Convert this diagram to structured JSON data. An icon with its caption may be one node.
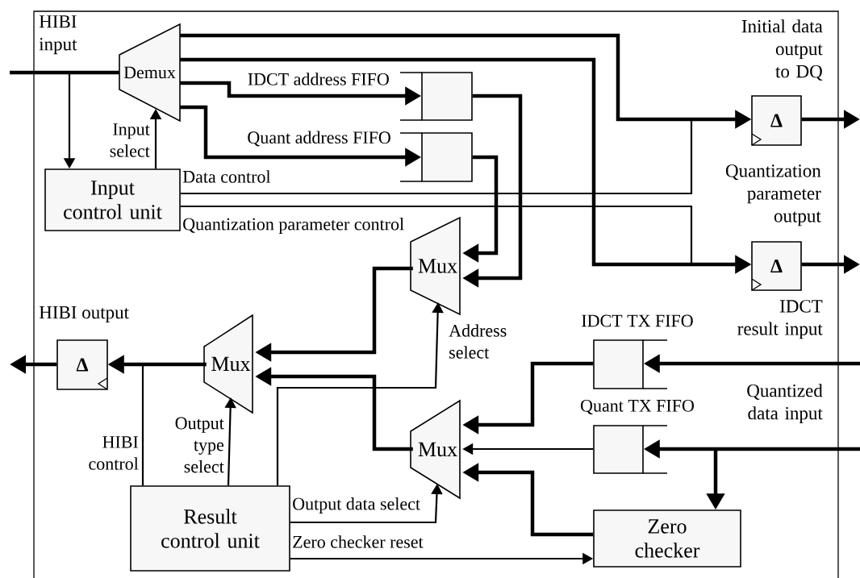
{
  "diagram": {
    "nodes": [
      {
        "text": [
          "Demux"
        ]
      },
      {
        "text": [
          "IDCT address FIFO"
        ]
      },
      {
        "text": [
          "Quant address FIFO"
        ]
      },
      {
        "text": [
          "Input control unit"
        ]
      },
      {
        "text": [
          "Δ"
        ]
      },
      {
        "text": [
          "Δ"
        ]
      },
      {
        "text": [
          "Mux"
        ]
      },
      {
        "text": [
          "Mux"
        ]
      },
      {
        "text": [
          "Mux"
        ]
      },
      {
        "text": [
          "Δ"
        ]
      },
      {
        "text": [
          "Result control unit"
        ]
      },
      {
        "text": [
          "IDCT TX FIFO"
        ]
      },
      {
        "text": [
          "Quant TX FIFO"
        ]
      },
      {
        "text": [
          "Zero checker"
        ]
      }
    ],
    "edges": [
      {
        "from": null,
        "to": 0,
        "arrow": "none"
      },
      {
        "from": null,
        "to": 3,
        "arrow": "to"
      },
      {
        "from": 3,
        "to": 0,
        "arrow": "to",
        "label": "Input select"
      },
      {
        "from": 0,
        "to": 1,
        "arrow": "to"
      },
      {
        "from": 0,
        "to": 2,
        "arrow": "to"
      },
      {
        "from": 0,
        "to": 4,
        "arrow": "to"
      },
      {
        "from": 0,
        "to": 5,
        "arrow": "to"
      },
      {
        "from": 3,
        "to": 4,
        "arrow": "to",
        "label": "Data control"
      },
      {
        "from": 3,
        "to": 5,
        "arrow": "to",
        "label": "Quantization parameter control"
      },
      {
        "from": 1,
        "to": 6,
        "arrow": "to"
      },
      {
        "from": 2,
        "to": 6,
        "arrow": "to"
      },
      {
        "from": 6,
        "to": 7,
        "arrow": "to"
      },
      {
        "from": 8,
        "to": 7,
        "arrow": "to"
      },
      {
        "from": 7,
        "to": 9,
        "arrow": "to"
      },
      {
        "from": 9,
        "to": null,
        "arrow": "to"
      },
      {
        "from": 10,
        "to": 9,
        "arrow": "to",
        "label": "HIBI control"
      },
      {
        "from": 10,
        "to": 7,
        "arrow": "to",
        "label": "Output type select"
      },
      {
        "from": 10,
        "to": 6,
        "arrow": "to",
        "label": "Address select"
      },
      {
        "from": 10,
        "to": 8,
        "arrow": "to",
        "label": "Output data select"
      },
      {
        "from": 10,
        "to": 13,
        "arrow": "to",
        "label": "Zero checker reset"
      },
      {
        "from": 11,
        "to": 8,
        "arrow": "to"
      },
      {
        "from": 12,
        "to": 8,
        "arrow": "to"
      },
      {
        "from": 13,
        "to": 8,
        "arrow": "to"
      },
      {
        "from": null,
        "to": 11,
        "arrow": "to"
      },
      {
        "from": null,
        "to": 12,
        "arrow": "to"
      },
      {
        "from": null,
        "to": 13,
        "arrow": "to"
      },
      {
        "from": 4,
        "to": null,
        "arrow": "to"
      },
      {
        "from": 5,
        "to": null,
        "arrow": "to"
      }
    ],
    "labels": [
      "HIBI input",
      "Initial data output to DQ",
      "Quantization parameter output",
      "HIBI output",
      "IDCT result input",
      "Quantized data input"
    ]
  }
}
